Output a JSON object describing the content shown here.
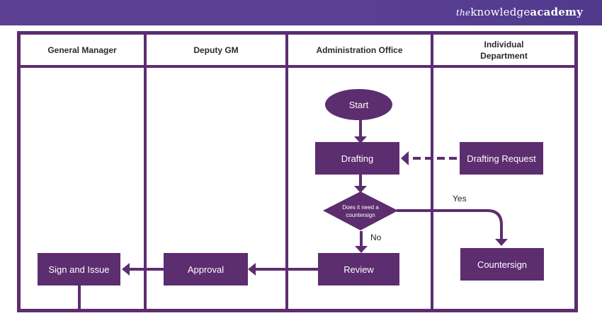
{
  "brand": {
    "the": "the",
    "knowledge": "knowledge",
    "academy": "academy"
  },
  "lanes": [
    {
      "title": "General Manager"
    },
    {
      "title": "Deputy GM"
    },
    {
      "title": "Administration Office"
    },
    {
      "title": "Individual Department"
    }
  ],
  "nodes": {
    "start": "Start",
    "drafting": "Drafting",
    "drafting_request": "Drafting Request",
    "decision": "Does it need a countersign",
    "countersign": "Countersign",
    "review": "Review",
    "approval": "Approval",
    "sign_issue": "Sign and Issue"
  },
  "edge_labels": {
    "yes": "Yes",
    "no": "No"
  },
  "colors": {
    "banner": "#5a3f94",
    "accent": "#5c2d6f",
    "text_light": "#ffffff"
  }
}
